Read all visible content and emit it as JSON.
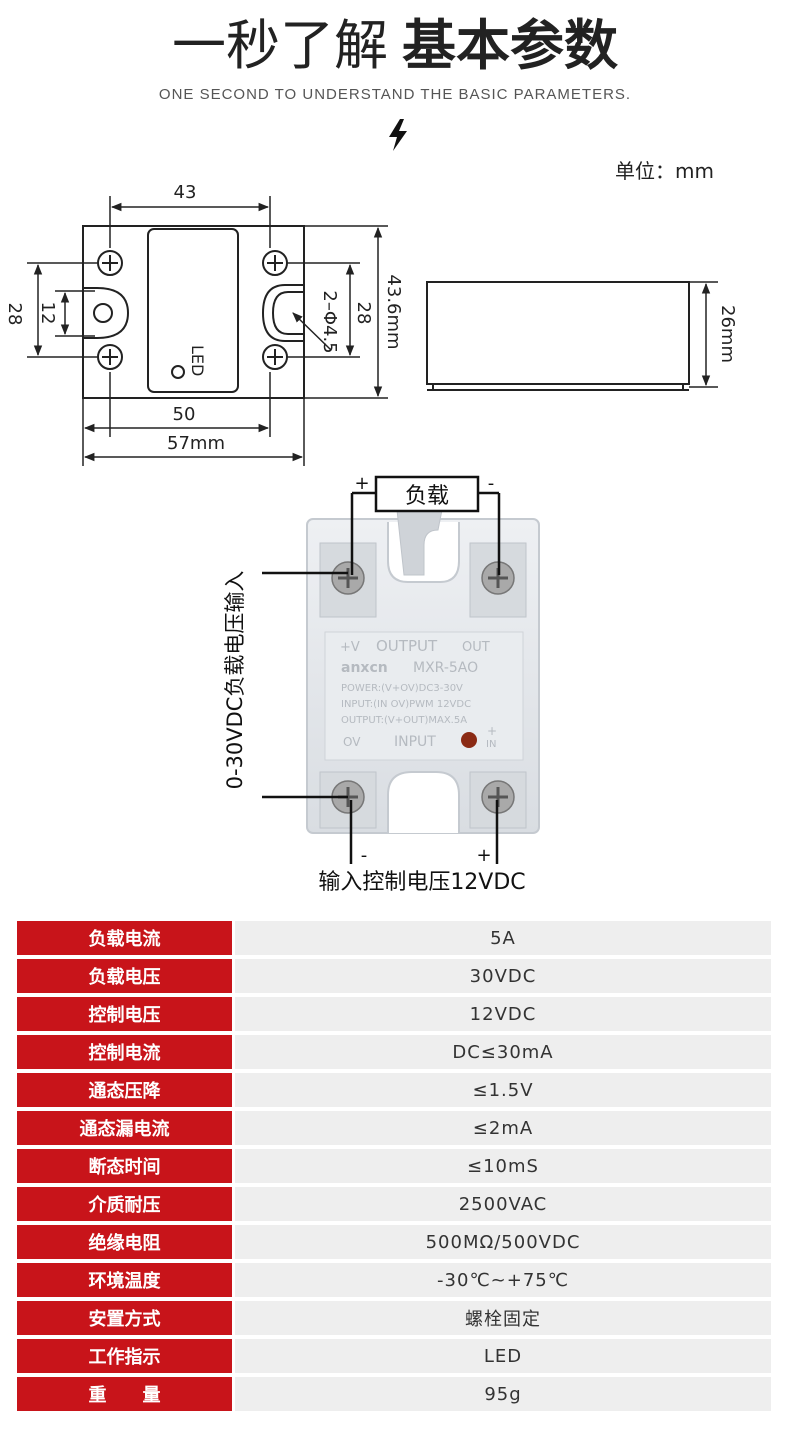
{
  "header": {
    "title_light": "一秒了解",
    "title_bold": "基本参数",
    "subtitle": "ONE SECOND TO UNDERSTAND THE BASIC PARAMETERS.",
    "bolt_icon": "lightning-icon",
    "unit": "单位：mm"
  },
  "dimensions": {
    "width_43": "43",
    "width_50": "50",
    "width_57": "57mm",
    "height_28_left": "28",
    "height_12": "12",
    "height_28_right": "28",
    "height_43_6": "43.6mm",
    "hole": "2–Φ4.5",
    "led": "LED",
    "depth": "26mm"
  },
  "wiring": {
    "load": "负载",
    "plus_top": "+",
    "minus_top": "-",
    "output_input_label": "0-30VDC负载电压输入",
    "input_label": "输入控制电压12VDC",
    "minus_bottom": "-",
    "plus_bottom": "+"
  },
  "relay": {
    "line1_left": "+V",
    "line1_mid": "OUTPUT",
    "line1_right": "OUT",
    "brand": "anxcn",
    "model": "MXR-5AO",
    "power": "POWER:(V+OV)DC3-30V",
    "input": "INPUT:(IN OV)PWM 12VDC",
    "output": "OUTPUT:(V+OUT)MAX.5A",
    "bottom_left": "OV",
    "bottom_mid": "INPUT",
    "bottom_plus": "+",
    "bottom_in": "IN"
  },
  "specs": [
    {
      "key": "负载电流",
      "value": "5A"
    },
    {
      "key": "负载电压",
      "value": "30VDC"
    },
    {
      "key": "控制电压",
      "value": "12VDC"
    },
    {
      "key": "控制电流",
      "value": "DC≤30mA"
    },
    {
      "key": "通态压降",
      "value": "≤1.5V"
    },
    {
      "key": "通态漏电流",
      "value": "≤2mA"
    },
    {
      "key": "断态时间",
      "value": "≤10mS"
    },
    {
      "key": "介质耐压",
      "value": "2500VAC"
    },
    {
      "key": "绝缘电阻",
      "value": "500MΩ/500VDC"
    },
    {
      "key": "环境温度",
      "value": "-30℃~+75℃"
    },
    {
      "key": "安置方式",
      "value": "螺栓固定"
    },
    {
      "key": "工作指示",
      "value": "LED"
    },
    {
      "key": "重　　量",
      "value": "95g"
    }
  ],
  "colors": {
    "accent_red": "#c8141a",
    "row_gray": "#eeeeee",
    "relay_body": "#e3e6ea"
  }
}
